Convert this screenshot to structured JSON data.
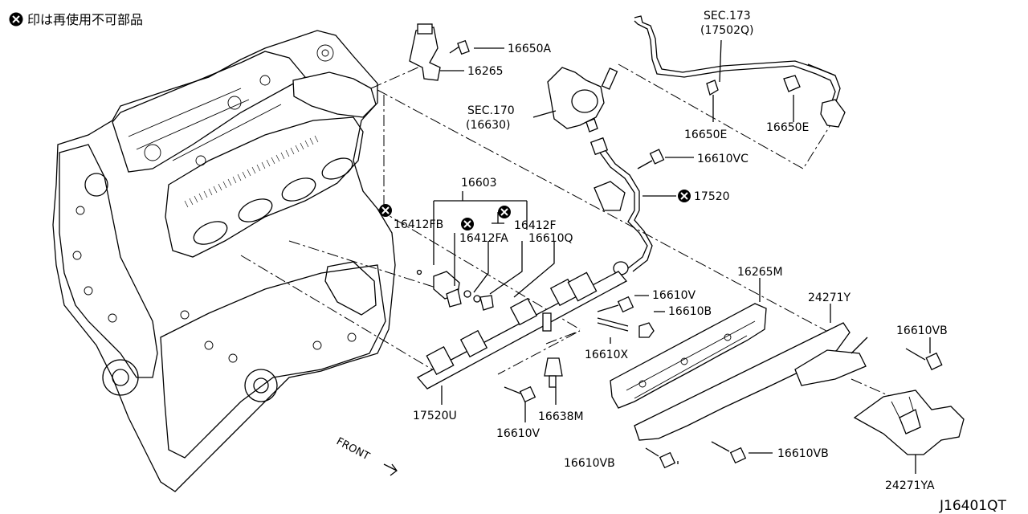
{
  "legend": {
    "text": "印は再使用不可部品",
    "icon": "circle-x-icon"
  },
  "diagram_id": "J16401QT",
  "front_label": "FRONT",
  "labels": {
    "p16650A": "16650A",
    "p16265": "16265",
    "sec173": "SEC.173",
    "sec173_sub": "(17502Q)",
    "sec170": "SEC.170",
    "sec170_sub": "(16630)",
    "p16650E_1": "16650E",
    "p16650E_2": "16650E",
    "p16610VC": "16610VC",
    "p17520": "17520",
    "p16603": "16603",
    "p16412FB": "16412FB",
    "p16412F": "16412F",
    "p16412FA": "16412FA",
    "p16610Q": "16610Q",
    "p16265M": "16265M",
    "p16610V_1": "16610V",
    "p16610B": "16610B",
    "p24271Y": "24271Y",
    "p16610VB_1": "16610VB",
    "p16610X": "16610X",
    "p17520U": "17520U",
    "p16638M": "16638M",
    "p16610V_2": "16610V",
    "p16610VB_2": "16610VB",
    "p16610VB_3": "16610VB",
    "p24271YA": "24271YA"
  },
  "non_reusable_marks": [
    "17520",
    "16412FB",
    "16412FA",
    "16412F"
  ]
}
